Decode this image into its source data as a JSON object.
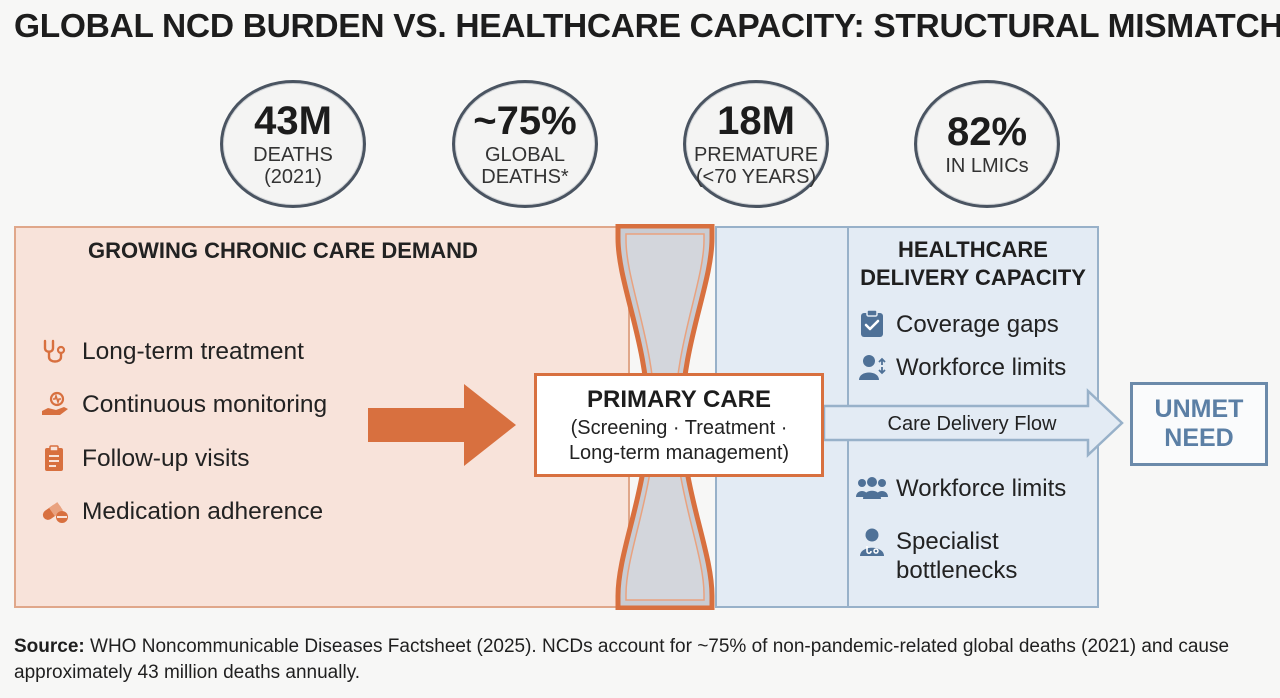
{
  "title": "GLOBAL NCD BURDEN VS. HEALTHCARE CAPACITY: STRUCTURAL MISMATCH",
  "stats": [
    {
      "value": "43M",
      "label_lines": [
        "DEATHS",
        "(2021)"
      ]
    },
    {
      "value": "~75%",
      "label_lines": [
        "GLOBAL",
        "DEATHS*"
      ]
    },
    {
      "value": "18M",
      "label_lines": [
        "PREMATURE",
        "(<70 YEARS)"
      ]
    },
    {
      "value": "82%",
      "label_lines": [
        "IN LMICs"
      ]
    }
  ],
  "demand": {
    "heading": "GROWING CHRONIC CARE DEMAND",
    "items": [
      {
        "label": "Long-term treatment",
        "icon": "stethoscope-icon"
      },
      {
        "label": "Continuous monitoring",
        "icon": "hand-heart-icon"
      },
      {
        "label": "Follow-up visits",
        "icon": "clipboard-icon"
      },
      {
        "label": "Medication adherence",
        "icon": "pill-icon"
      }
    ]
  },
  "primary_care": {
    "title": "PRIMARY CARE",
    "sub_line1": "(Screening · Treatment ·",
    "sub_line2": "Long-term management)"
  },
  "capacity": {
    "heading_line1": "HEALTHCARE",
    "heading_line2": "DELIVERY CAPACITY",
    "items": [
      {
        "label": "Coverage gaps",
        "icon": "clipboard-check-icon"
      },
      {
        "label": "Workforce limits",
        "icon": "person-limit-icon"
      },
      {
        "label": "Workforce limits",
        "icon": "group-icon"
      },
      {
        "label_line1": "Specialist",
        "label_line2": "bottlenecks",
        "icon": "doctor-icon"
      }
    ]
  },
  "flow_label": "Care Delivery Flow",
  "unmet": {
    "line1": "UNMET",
    "line2": "NEED"
  },
  "source": {
    "label": "Source:",
    "text": " WHO Noncommunicable Diseases Factsheet (2025). NCDs account for ~75% of non-pandemic-related global deaths (2021) and cause approximately 43 million deaths annually."
  },
  "colors": {
    "orange": "#d8703f",
    "blue_fill": "#e3ebf4",
    "blue_text": "#5b7fa5",
    "icon_blue": "#4f7197"
  }
}
